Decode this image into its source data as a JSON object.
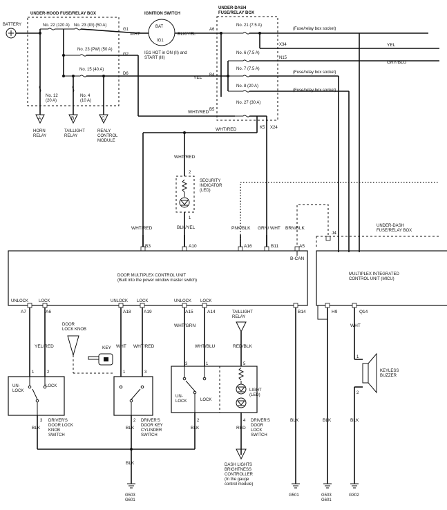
{
  "battery": {
    "label": "BATTERY"
  },
  "underhood": {
    "title": "UNDER-HOOD FUSE/RELAY BOX",
    "fuse22": "No. 22 (120 A)",
    "fuse23ig": "No. 23 (IG) (50 A)",
    "fuse23pw": "No. 23 (PW) (50 A)",
    "fuse15": "No. 15 (40 A)",
    "fuse12": [
      "No. 12",
      "(20 A)"
    ],
    "fuse4": [
      "No. 4",
      "(10 A)"
    ],
    "pins": {
      "g1": "G1",
      "g2": "G2",
      "d6": "D6"
    },
    "outputs": {
      "a": "A",
      "b": "B",
      "c": "C"
    },
    "horn": [
      "HORN",
      "RELAY"
    ],
    "taillight": [
      "TAILLIGHT",
      "RELAY"
    ],
    "realy": [
      "REALY",
      "CONTROL",
      "MODULE"
    ]
  },
  "ignition": {
    "title": "IGNITION SWITCH",
    "bat": "BAT",
    "ig1": "IG1",
    "note": [
      "IG1 HOT in ON (II) and",
      "START (III)"
    ]
  },
  "underdash_top": {
    "title": [
      "UNDER-DASH",
      "FUSE/RELAY BOX"
    ],
    "fuse21": "No. 21 (7.5 A)",
    "fuse6": "No. 6 (7.5 A)",
    "fuse7": "No. 7 (7.5 A)",
    "fuse8": "No. 8 (20 A)",
    "fuse27": "No. 27 (30 A)",
    "socket": "(Fuse/relay box socket)",
    "pins": {
      "a6": "A6",
      "b4": "B4",
      "b5": "B5",
      "x34": "X34",
      "n15": "N15",
      "k5": "K5",
      "x24": "X24"
    }
  },
  "wires": {
    "wht": "WHT",
    "blk_yel": "BLK/YEL",
    "yel": "YEL",
    "gry_blu": "GRY/BLU",
    "wht_red": "WHT/RED",
    "pnk_blk": "PNK/BLK",
    "grn_wht": "GRN/ WHT",
    "brn_blk": "BRN/BLK",
    "yel_red": "YEL/RED",
    "wht_grn": "WHT/GRN",
    "wht_blu": "WHT/BLU",
    "red_blk": "RED/BLK",
    "red": "RED",
    "blk": "BLK"
  },
  "security": {
    "label": [
      "SECURITY",
      "INDICATOR",
      "(LED)"
    ],
    "pin_top": "2",
    "pin_bot": "1"
  },
  "underdash_right": {
    "label": [
      "UNDER-DASH",
      "FUSE/RELAY BOX"
    ],
    "pin": "J4"
  },
  "dmcu": {
    "title": "DOOR MULTIPLEX CONTROL UNIT",
    "subtitle": "(Built into the power window master switch)",
    "pins_top": {
      "b3": "B3",
      "a10": "A10",
      "a16": "A16",
      "b11": "B11",
      "a5": "A5"
    },
    "bcan": "B-CAN",
    "unlock": "UNLOCK",
    "lock": "LOCK",
    "pins_bottom": {
      "a7": "A7",
      "a6": "A6",
      "a18": "A18",
      "a19": "A19",
      "a15": "A15",
      "a14": "A14",
      "b14": "B14"
    }
  },
  "micu": {
    "title": "MULTIPLEX INTEGRATED",
    "subtitle": "CONTROL UNIT (MICU)",
    "pins": {
      "h9": "H9",
      "q14": "Q14"
    }
  },
  "door_lock_knob": {
    "label": [
      "DOOR",
      "LOCK KNOB"
    ],
    "key": "KEY",
    "unlock": [
      "UN-",
      "LOCK"
    ],
    "lock": "LOCK",
    "switch_label": [
      "DRIVER'S",
      "DOOR LOCK",
      "KNOB",
      "SWITCH"
    ],
    "pins": {
      "p1": "1",
      "p2": "2",
      "p3": "3"
    }
  },
  "key_cylinder": {
    "switch_label": [
      "DRIVER'S",
      "DOOR KEY",
      "CYLINDER",
      "SWITCH"
    ],
    "pins": {
      "p1": "1",
      "p2": "2",
      "p3": "3"
    }
  },
  "door_lock_switch": {
    "unlock": [
      "UN-",
      "LOCK"
    ],
    "lock": "LOCK",
    "light": [
      "LIGHT",
      "(LED)"
    ],
    "switch_label": [
      "DRIVER'S",
      "DOOR",
      "LOCK",
      "SWITCH"
    ],
    "pins": {
      "p1": "1",
      "p2": "2",
      "p3": "3",
      "p4": "4",
      "p5": "5"
    }
  },
  "taillight_relay": {
    "label": [
      "TAILLIGHT",
      "RELAY"
    ]
  },
  "dash_lights": {
    "label": [
      "DASH LIGHTS",
      "BRIGHTNESS",
      "CONTROLLER",
      "(In the gauge",
      "control module)"
    ]
  },
  "keyless_buzzer": {
    "label": [
      "KEYLESS",
      "BUZZER"
    ],
    "pin1": "1",
    "pin2": "2"
  },
  "grounds": {
    "g503_601": [
      "G503",
      "G601"
    ],
    "g501": "G501",
    "g503b": [
      "G503",
      "G601"
    ],
    "g302": "G302"
  }
}
